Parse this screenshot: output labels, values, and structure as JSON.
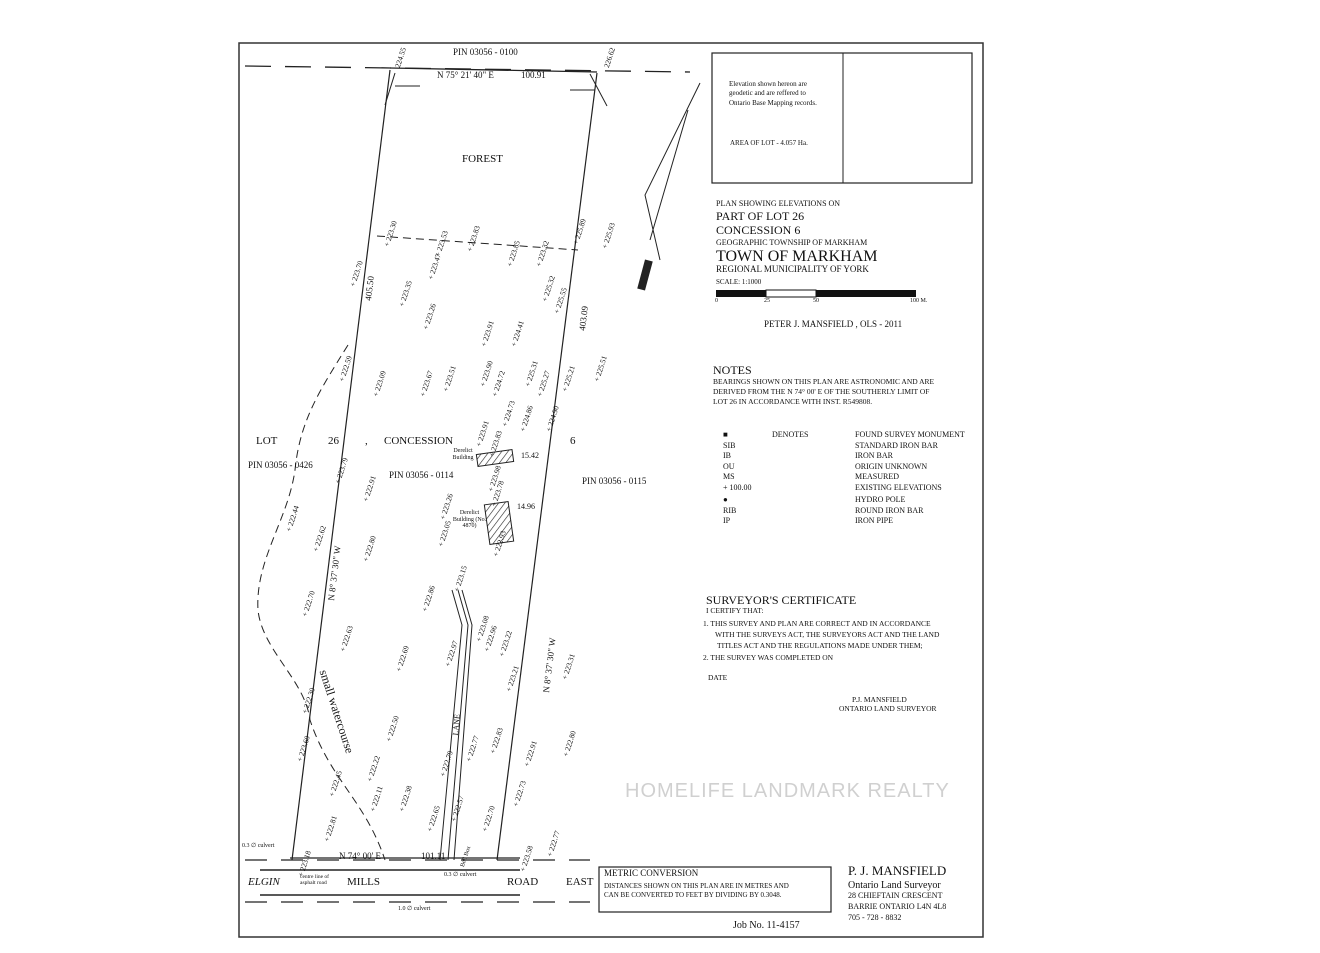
{
  "plan": {
    "pin_north": "PIN   03056   -   0100",
    "north_bearing": "N 75° 21' 40\" E",
    "north_distance": "100.91",
    "north_elev_left": "224.55",
    "north_elev_right": "226.62",
    "forest": "FOREST",
    "lot_label": [
      "LOT",
      "26",
      ",",
      "CONCESSION",
      "6"
    ],
    "pin_west": "PIN  03056 - 0426",
    "pin_center": "PIN  03056  -  0114",
    "pin_east": "PIN  03056 - 0115",
    "west_bearing": "N 8° 37' 30\" W",
    "east_bearing": "N 8° 37' 30\" W",
    "west_distance": "405.50",
    "east_distance": "403.09",
    "derelict_building_1": "Derelict Building",
    "derelict_building_1_dim": "15.42",
    "derelict_building_2": "Derelict Building (No. 4870)",
    "derelict_building_2_dim": "14.96",
    "watercourse": "small   watercourse",
    "lane": "LANE",
    "south_bearing": "N 74° 00' E",
    "south_distance": "101.11",
    "culvert_left": "0.3 ∅ culvert",
    "culvert_mid": "0.3 ∅ culvert",
    "culvert_bottom": "1.0 ∅ culvert",
    "bell_box": "Bell Box",
    "asphalt_note": "centre line of asphalt road",
    "road_name": [
      "ELGIN",
      "MILLS",
      "ROAD",
      "EAST"
    ],
    "elevations": [
      "223.30",
      "223.70",
      "223.53",
      "223.47",
      "223.83",
      "223.85",
      "223.32",
      "225.89",
      "225.93",
      "223.35",
      "223.26",
      "225.32",
      "225.55",
      "223.91",
      "224.41",
      "223.09",
      "223.67",
      "223.51",
      "223.90",
      "224.72",
      "225.31",
      "225.27",
      "225.21",
      "225.51",
      "222.59",
      "223.91",
      "223.83",
      "224.73",
      "224.86",
      "224.90",
      "223.79",
      "222.91",
      "223.26",
      "223.98",
      "223.78",
      "222.44",
      "222.62",
      "222.80",
      "223.05",
      "222.93",
      "222.86",
      "223.15",
      "223.08",
      "222.96",
      "222.70",
      "222.63",
      "222.69",
      "222.97",
      "223.22",
      "223.21",
      "223.31",
      "222.30",
      "222.50",
      "222.79",
      "222.77",
      "222.83",
      "222.91",
      "222.80",
      "223.60",
      "222.45",
      "222.22",
      "222.11",
      "222.38",
      "222.65",
      "222.57",
      "222.70",
      "222.73",
      "222.77",
      "222.81",
      "223.18",
      "223.58"
    ]
  },
  "info_box": {
    "elevation_note": [
      "Elevation shown hereon are",
      "geodetic and are reffered to",
      "Ontario Base Mapping records."
    ],
    "area": "AREA OF LOT - 4.057 Ha."
  },
  "title_block": {
    "line1": "PLAN SHOWING ELEVATIONS ON",
    "line2": "PART OF LOT 26",
    "line3": "CONCESSION 6",
    "line4": "GEOGRAPHIC TOWNSHIP OF MARKHAM",
    "line5": "TOWN OF MARKHAM",
    "line6": "REGIONAL MUNICIPALITY OF YORK",
    "scale": "SCALE:  1:1000",
    "scale_ticks": [
      "0",
      "25",
      "50",
      "100 M."
    ],
    "surveyor": "PETER J. MANSFIELD , OLS - 2011"
  },
  "notes": {
    "heading": "NOTES",
    "lines": [
      "BEARINGS SHOWN ON THIS PLAN ARE ASTRONOMIC AND ARE",
      "DERIVED FROM THE N 74° 00' E OF THE SOUTHERLY LIMIT OF",
      "LOT 26 IN ACCORDANCE WITH INST. R549808."
    ]
  },
  "legend": {
    "denotes": "DENOTES",
    "items": [
      {
        "symbol": "■",
        "meaning": "FOUND SURVEY MONUMENT"
      },
      {
        "symbol": "SIB",
        "meaning": "STANDARD IRON BAR"
      },
      {
        "symbol": "IB",
        "meaning": "IRON BAR"
      },
      {
        "symbol": "OU",
        "meaning": "ORIGIN UNKNOWN"
      },
      {
        "symbol": "MS",
        "meaning": "MEASURED"
      },
      {
        "symbol": "+ 100.00",
        "meaning": "EXISTING ELEVATIONS"
      },
      {
        "symbol": "●",
        "meaning": "HYDRO POLE"
      },
      {
        "symbol": "RIB",
        "meaning": "ROUND IRON BAR"
      },
      {
        "symbol": "IP",
        "meaning": "IRON PIPE"
      }
    ]
  },
  "certificate": {
    "heading": "SURVEYOR'S CERTIFICATE",
    "intro": "I CERTIFY THAT:",
    "item1": [
      "1.  THIS SURVEY AND PLAN ARE CORRECT AND IN ACCORDANCE",
      "WITH THE SURVEYS ACT, THE SURVEYORS ACT AND THE LAND",
      "TITLES ACT AND THE REGULATIONS MADE UNDER THEM;"
    ],
    "item2": "2.  THE SURVEY WAS COMPLETED ON",
    "date": "DATE",
    "signer": "P.J. MANSFIELD",
    "signer_title": "ONTARIO LAND SURVEYOR"
  },
  "metric": {
    "heading": "METRIC CONVERSION",
    "lines": [
      "DISTANCES SHOWN ON THIS PLAN ARE IN METRES AND",
      "CAN BE CONVERTED TO FEET BY DIVIDING BY 0.3048."
    ]
  },
  "firm": {
    "name": "P. J. MANSFIELD",
    "title": "Ontario Land Surveyor",
    "address1": "28 CHIEFTAIN CRESCENT",
    "address2": "BARRIE ONTARIO L4N 4L8",
    "phone": "705 - 728 - 8832"
  },
  "job": "Job No. 11-4157",
  "watermark": "HOMELIFE LANDMARK REALTY"
}
